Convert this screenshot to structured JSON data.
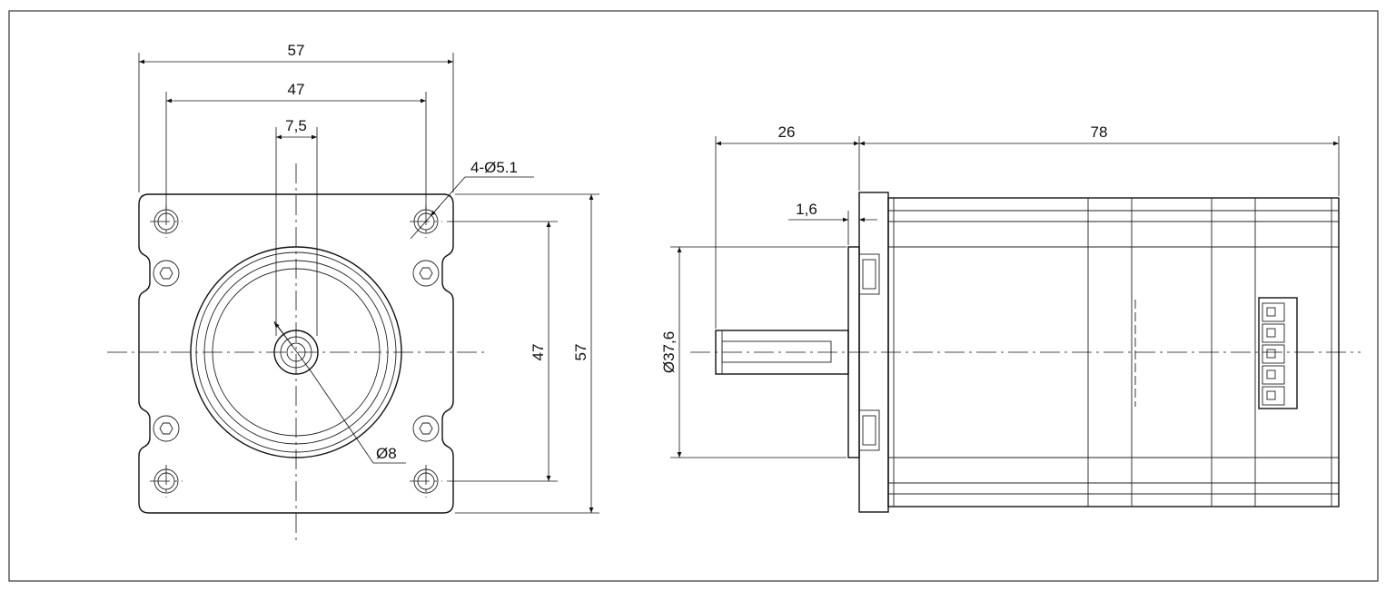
{
  "front_view": {
    "dims": {
      "overall_width": "57",
      "hole_spacing_h": "47",
      "shaft_flat": "7,5",
      "holes": "4-Ø5.1",
      "hole_spacing_v": "47",
      "overall_height": "57",
      "shaft_diameter": "Ø8"
    }
  },
  "side_view": {
    "dims": {
      "shaft_length": "26",
      "body_length": "78",
      "flange_step": "1,6",
      "pilot_diameter": "Ø37,6"
    }
  }
}
